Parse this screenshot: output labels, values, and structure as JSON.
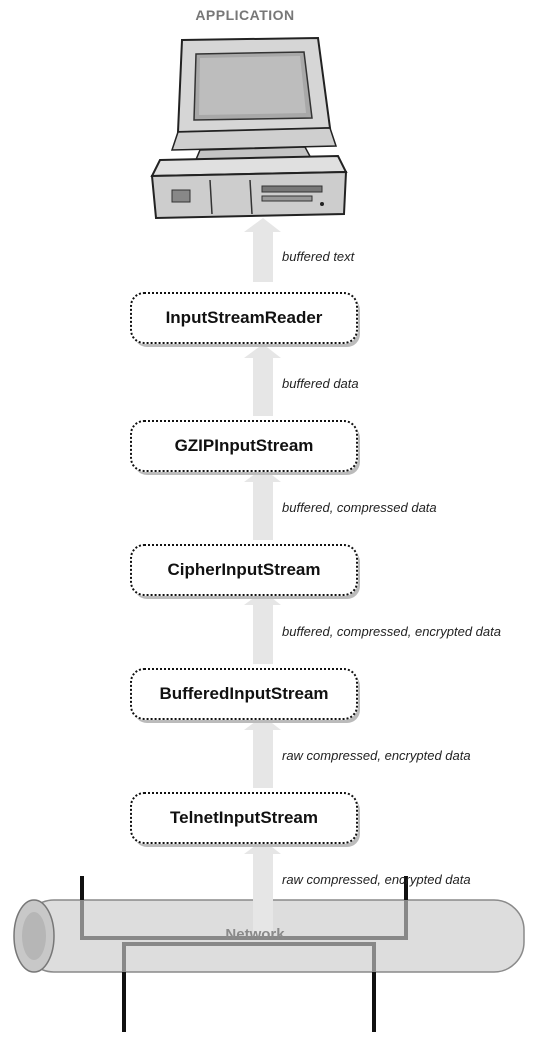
{
  "title": "APPLICATION",
  "streams": [
    {
      "name": "InputStreamReader"
    },
    {
      "name": "GZIPInputStream"
    },
    {
      "name": "CipherInputStream"
    },
    {
      "name": "BufferedInputStream"
    },
    {
      "name": "TelnetInputStream"
    }
  ],
  "flow_labels": [
    "buffered text",
    "buffered data",
    "buffered, compressed data",
    "buffered, compressed, encrypted data",
    "raw compressed, encrypted data",
    "raw compressed, encrypted data"
  ],
  "network": {
    "label": "Network"
  },
  "colors": {
    "arrow": "#e6e6e6",
    "border": "#111111",
    "network": "#dcdcdc"
  }
}
